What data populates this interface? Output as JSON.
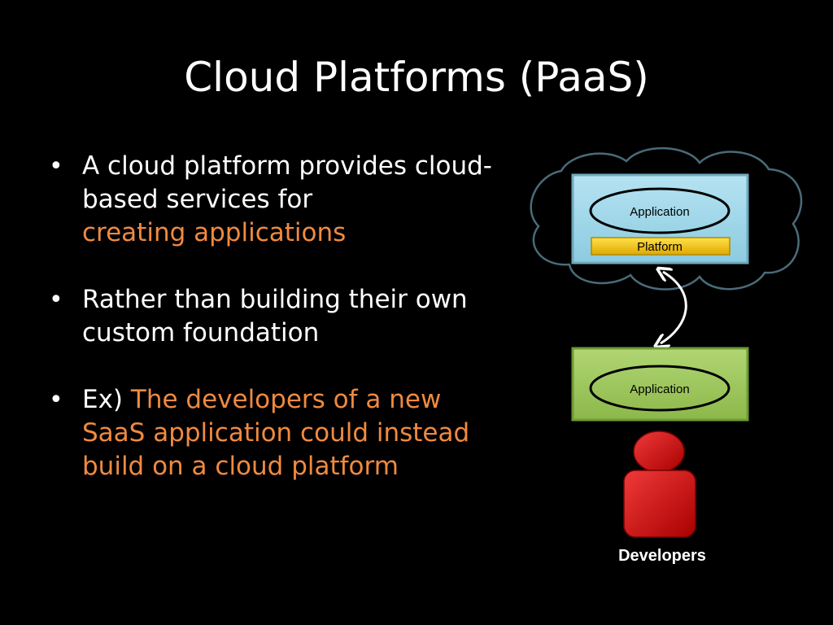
{
  "slide": {
    "title": "Cloud Platforms (PaaS)",
    "bullets": [
      {
        "text": "A cloud platform provides cloud-based services for",
        "highlight": "creating applications"
      },
      {
        "text": "Rather than building their own custom foundation"
      },
      {
        "prefix": "Ex)",
        "highlight": "The developers of a new SaaS application could instead build on a cloud platform"
      }
    ]
  },
  "diagram": {
    "cloud_app_label": "Application",
    "platform_label": "Platform",
    "local_app_label": "Application",
    "developers_label": "Developers"
  },
  "colors": {
    "background": "#000000",
    "accent_text": "#f08a40",
    "cloud_box": "#9fd6e8",
    "platform_bar": "#f2c200",
    "local_box": "#9dc45a",
    "developer_figure": "#d00000"
  }
}
